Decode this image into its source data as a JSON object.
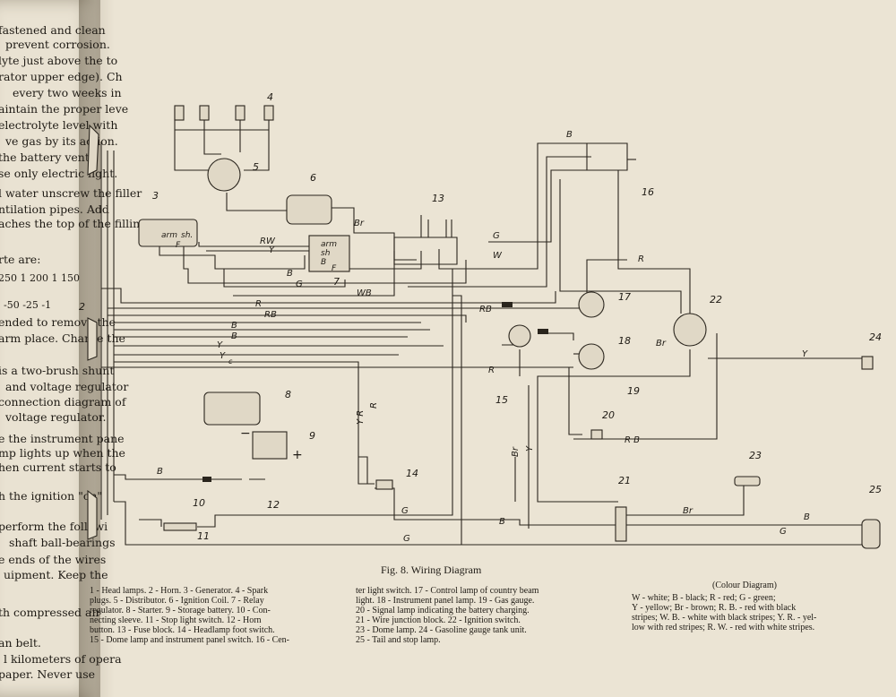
{
  "left_page": {
    "lines": [
      "fastened and clean",
      "prevent corrosion.",
      "lyte just above the to",
      "rator upper edge). Ch",
      "every two weeks in",
      "aintain the proper leve",
      "electrolyte level with",
      "ve gas by its action.",
      "the battery vents,",
      "se only electric light.",
      "l water unscrew the filler",
      "ntilation pipes. Add",
      "aches the top of the filling",
      "rte are:",
      "250      1 200    1 150",
      "-50      -25     -1",
      "ended to remove the",
      "arm place. Charge the",
      "is a two-brush shunt",
      "and voltage regulator",
      "connection diagram of",
      "voltage regulator.",
      "e the instrument pane",
      "mp lights up when the",
      "hen current starts to",
      "h the ignition \"on\"",
      "perform the followi",
      "shaft ball-bearings",
      "e ends of the wires",
      "uipment. Keep the",
      "th compressed air",
      "an belt.",
      "l kilometers of opera",
      "paper. Never use"
    ]
  },
  "wire_labels": [
    "B",
    "Br",
    "RW",
    "Y",
    "B",
    "G",
    "WB",
    "G",
    "W",
    "R",
    "R",
    "RB",
    "RB",
    "B",
    "B",
    "Y",
    "Y",
    "c",
    "R",
    "Br",
    "Y",
    "R B",
    "B",
    "G",
    "B",
    "Br",
    "G",
    "B",
    "G",
    "Y R",
    "R",
    "Br",
    "Y"
  ],
  "terminal_labels": [
    "arm",
    "sh.",
    "F",
    "arm",
    "sh",
    "B",
    "F",
    "−",
    "+"
  ],
  "component_numbers": [
    "4",
    "5",
    "6",
    "3",
    "7",
    "13",
    "16",
    "17",
    "22",
    "18",
    "24",
    "15",
    "19",
    "8",
    "20",
    "9",
    "23",
    "14",
    "21",
    "25",
    "10",
    "12",
    "11",
    "2"
  ],
  "caption": "Fig. 8.   Wiring Diagram",
  "legend": {
    "col1": [
      "1 - Head lamps.  2 - Horn.  3 - Generator.  4 - Spark",
      "plugs.  5 - Distributor.  6 - Ignition Coil.  7 - Relay",
      "regulator.  8 - Starter.  9 - Storage battery.  10 - Con-",
      "necting sleeve.  11 - Stop light switch.  12 - Horn",
      "button.  13 - Fuse block.  14 - Headlamp foot switch.",
      "15 - Dome lamp and instrument panel switch.  16 - Cen-"
    ],
    "col2": [
      "ter light switch.  17 - Control lamp of country beam",
      "light.  18 - Instrument panel lamp.  19 - Gas gauge.",
      "20 - Signal lamp indicating the battery charging.",
      "21 - Wire junction block.  22 - Ignition switch.",
      "23 - Dome lamp.  24 - Gasoline gauge tank unit.",
      "25 - Tail and stop lamp."
    ]
  },
  "colour_legend": {
    "title": "(Colour Diagram)",
    "lines": [
      "W - white;    B - black;    R - red;    G - green;",
      "Y - yellow;   Br - brown;   R. B. - red with black",
      "stripes; W. B. - white with black stripes; Y. R. - yel-",
      "low with red stripes;  R. W. - red with white stripes."
    ]
  }
}
